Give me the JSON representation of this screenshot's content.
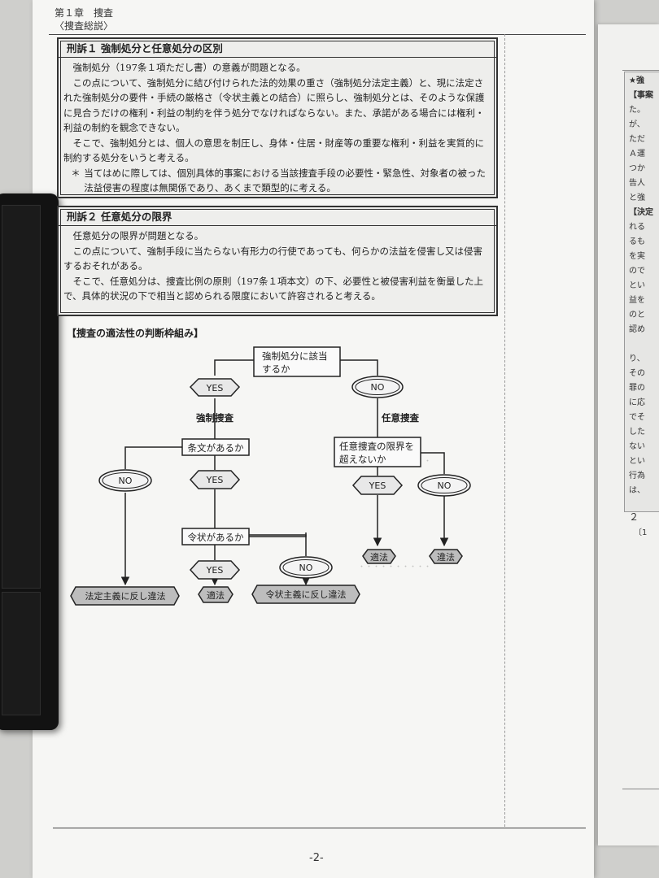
{
  "header": {
    "chapter": "第１章　捜査",
    "section": "〈捜査総説〉"
  },
  "box1": {
    "title": "刑訴１ 強制処分と任意処分の区別",
    "paragraphs": [
      "強制処分（197条１項ただし書）の意義が問題となる。",
      "この点について、強制処分に結び付けられた法的効果の重さ（強制処分法定主義）と、現に法定された強制処分の要件・手続の厳格さ（令状主義との結合）に照らし、強制処分とは、そのような保護に見合うだけの権利・利益の制約を伴う処分でなければならない。また、承諾がある場合には権利・利益の制約を観念できない。",
      "そこで、強制処分とは、個人の意思を制圧し、身体・住居・財産等の重要な権利・利益を実質的に制約する処分をいうと考える。"
    ],
    "note_mark": "＊",
    "note": "当てはめに際しては、個別具体的事案における当該捜査手段の必要性・緊急性、対象者の被った法益侵害の程度は無関係であり、あくまで類型的に考える。"
  },
  "box2": {
    "title": "刑訴２ 任意処分の限界",
    "paragraphs": [
      "任意処分の限界が問題となる。",
      "この点について、強制手段に当たらない有形力の行使であっても、何らかの法益を侵害し又は侵害するおそれがある。",
      "そこで、任意処分は、捜査比例の原則（197条１項本文）の下、必要性と被侵害利益を衡量した上で、具体的状況の下で相当と認められる限度において許容されると考える。"
    ]
  },
  "flowchart": {
    "title": "【捜査の適法性の判断枠組み】",
    "root": [
      "強制処分に該当",
      "するか"
    ],
    "yes": "YES",
    "no": "NO",
    "forced_label": "強制捜査",
    "voluntary_label": "任意捜査",
    "q_statute": "条文があるか",
    "q_warrant": "令状があるか",
    "q_limit": [
      "任意捜査の限界を",
      "超えないか"
    ],
    "out_statute_violation": "法定主義に反し違法",
    "out_legal": "適法",
    "out_warrant_violation": "令状主義に反し違法",
    "out_illegal": "違法"
  },
  "right_page": {
    "fragments": [
      "★強",
      "【事案",
      "た。",
      "が、",
      "ただ",
      "Ａ運",
      "つか",
      "告人",
      "と強",
      "【決定",
      "れる",
      "るも",
      "を実",
      "ので",
      "とい",
      "益を",
      "のと",
      "認め",
      "り、",
      "その",
      "罪の",
      "に応",
      "でそ",
      "した",
      "ない",
      "とい",
      "行為",
      "は、",
      "２",
      "〔1"
    ]
  },
  "footer": {
    "page_number": "-2-"
  }
}
